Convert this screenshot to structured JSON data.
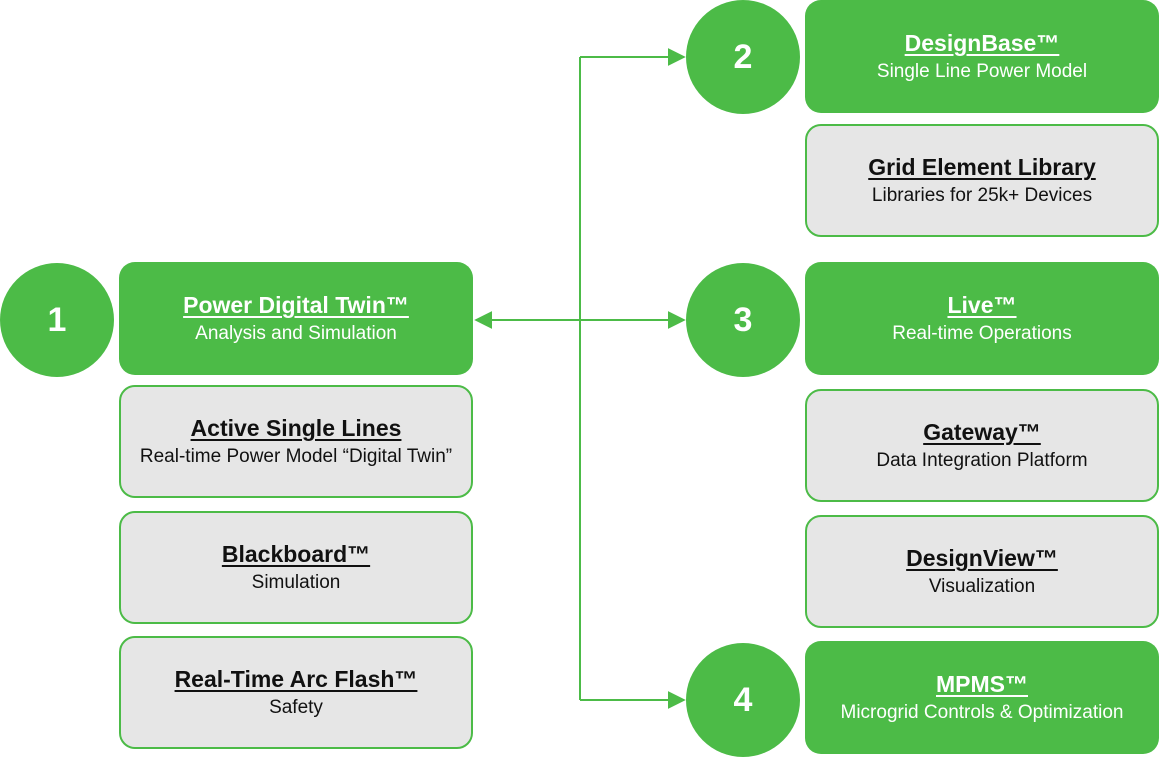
{
  "colors": {
    "accent": "#4cbb47",
    "card": "#e6e6e6",
    "text": "#111111"
  },
  "steps": [
    {
      "number": "1",
      "primary": {
        "title": "Power Digital Twin™",
        "subtitle": "Analysis and Simulation"
      }
    },
    {
      "number": "2",
      "primary": {
        "title": "DesignBase™",
        "subtitle": "Single Line Power Model"
      }
    },
    {
      "number": "3",
      "primary": {
        "title": "Live™",
        "subtitle": "Real-time Operations"
      }
    },
    {
      "number": "4",
      "primary": {
        "title": "MPMS™",
        "subtitle": "Microgrid Controls & Optimization"
      }
    }
  ],
  "modules": {
    "active_single_lines": {
      "title": "Active Single Lines",
      "subtitle": "Real-time Power Model “Digital Twin”"
    },
    "blackboard": {
      "title": "Blackboard™",
      "subtitle": "Simulation"
    },
    "arc_flash": {
      "title": "Real-Time Arc Flash™",
      "subtitle": "Safety"
    },
    "grid_library": {
      "title": "Grid Element Library",
      "subtitle": "Libraries for 25k+ Devices"
    },
    "gateway": {
      "title": "Gateway™",
      "subtitle": "Data Integration Platform"
    },
    "designview": {
      "title": "DesignView™",
      "subtitle": "Visualization"
    }
  }
}
